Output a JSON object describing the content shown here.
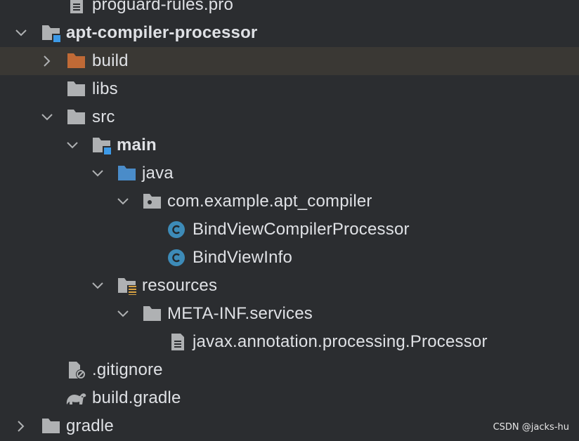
{
  "tree": {
    "items": [
      {
        "label": "proguard-rules.pro",
        "icon": "file-text-icon",
        "bold": false,
        "arrow": null
      },
      {
        "label": "apt-compiler-processor",
        "icon": "module-folder-icon",
        "bold": true,
        "arrow": "expanded"
      },
      {
        "label": "build",
        "icon": "excluded-folder-icon",
        "bold": false,
        "arrow": "collapsed",
        "selected": true
      },
      {
        "label": "libs",
        "icon": "folder-icon",
        "bold": false,
        "arrow": null
      },
      {
        "label": "src",
        "icon": "folder-icon",
        "bold": false,
        "arrow": "expanded"
      },
      {
        "label": "main",
        "icon": "source-set-folder-icon",
        "bold": true,
        "arrow": "expanded"
      },
      {
        "label": "java",
        "icon": "source-root-folder-icon",
        "bold": false,
        "arrow": "expanded"
      },
      {
        "label": "com.example.apt_compiler",
        "icon": "package-icon",
        "bold": false,
        "arrow": "expanded"
      },
      {
        "label": "BindViewCompilerProcessor",
        "icon": "class-icon",
        "bold": false,
        "arrow": null
      },
      {
        "label": "BindViewInfo",
        "icon": "class-icon",
        "bold": false,
        "arrow": null
      },
      {
        "label": "resources",
        "icon": "resources-folder-icon",
        "bold": false,
        "arrow": "expanded"
      },
      {
        "label": "META-INF.services",
        "icon": "folder-icon",
        "bold": false,
        "arrow": "expanded"
      },
      {
        "label": "javax.annotation.processing.Processor",
        "icon": "file-text-icon",
        "bold": false,
        "arrow": null
      },
      {
        "label": ".gitignore",
        "icon": "ignore-file-icon",
        "bold": false,
        "arrow": null
      },
      {
        "label": "build.gradle",
        "icon": "gradle-elephant-icon",
        "bold": false,
        "arrow": null
      },
      {
        "label": "gradle",
        "icon": "folder-icon",
        "bold": false,
        "arrow": "collapsed"
      }
    ]
  },
  "watermark": "CSDN @jacks-hu",
  "colors": {
    "background": "#2b2d30",
    "selected_row": "#3a3834",
    "text": "#dfe1e5",
    "folder": "#afb1b3",
    "excluded_folder": "#c06a36",
    "source_root": "#548af7",
    "class_icon": "#3592c4",
    "module_marker": "#3d9ae8",
    "resources_marker": "#d9a343"
  }
}
